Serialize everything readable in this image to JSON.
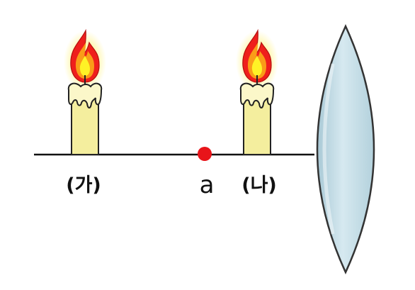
{
  "labels": {
    "candle_left": "(가)",
    "point": "a",
    "candle_right": "(나)"
  },
  "colors": {
    "axis": "#111111",
    "point": "#e8141a",
    "candle_body": "#f4ee9e",
    "wax_drip": "#fbf7c9",
    "flame_outer": "#ef1f1c",
    "flame_mid": "#fa9c18",
    "flame_inner": "#fff226",
    "flame_glow": "#fff6a8",
    "lens_fill": "#c6dfe8",
    "lens_edge": "#333333"
  },
  "icons": {
    "candle": "candle-icon",
    "flame": "flame-icon",
    "lens": "convex-lens-icon"
  }
}
